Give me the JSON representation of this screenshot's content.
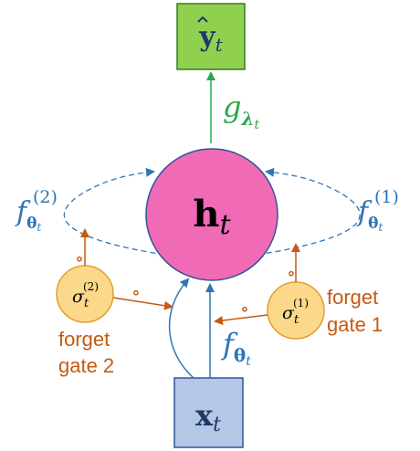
{
  "colors": {
    "output_fill": "#8fd14f",
    "output_stroke": "#3a7a1f",
    "green": "#2aa84a",
    "hidden_fill": "#f06ab6",
    "hidden_stroke": "#2f5597",
    "blue": "#2e75b6",
    "blue_dark": "#1f3864",
    "gate_fill": "#fbd88a",
    "gate_stroke": "#e0a030",
    "orange": "#c55a11",
    "input_fill": "#b4c7e7"
  },
  "nodes": {
    "output": {
      "base": "y",
      "sub": "t"
    },
    "hidden": {
      "base": "h",
      "sub": "t"
    },
    "input": {
      "base": "x",
      "sub": "t"
    },
    "gate1": {
      "base": "σ",
      "sub": "t",
      "sup": "(1)",
      "label_line1": "forget",
      "label_line2": "gate 1",
      "dot": "∘"
    },
    "gate2": {
      "base": "σ",
      "sub": "t",
      "sup": "(2)",
      "label_line1": "forget",
      "label_line2": "gate 2",
      "dot": "∘"
    }
  },
  "edges": {
    "g_label": {
      "base": "g",
      "sub": "λ",
      "subsub": "t"
    },
    "f_input": {
      "base": "f",
      "sub": "θ",
      "subsub": "t"
    },
    "f_left": {
      "base": "f",
      "sub": "θ",
      "subsub": "t",
      "sup": "(2)"
    },
    "f_right": {
      "base": "f",
      "sub": "θ",
      "subsub": "t",
      "sup": "(1)"
    }
  }
}
